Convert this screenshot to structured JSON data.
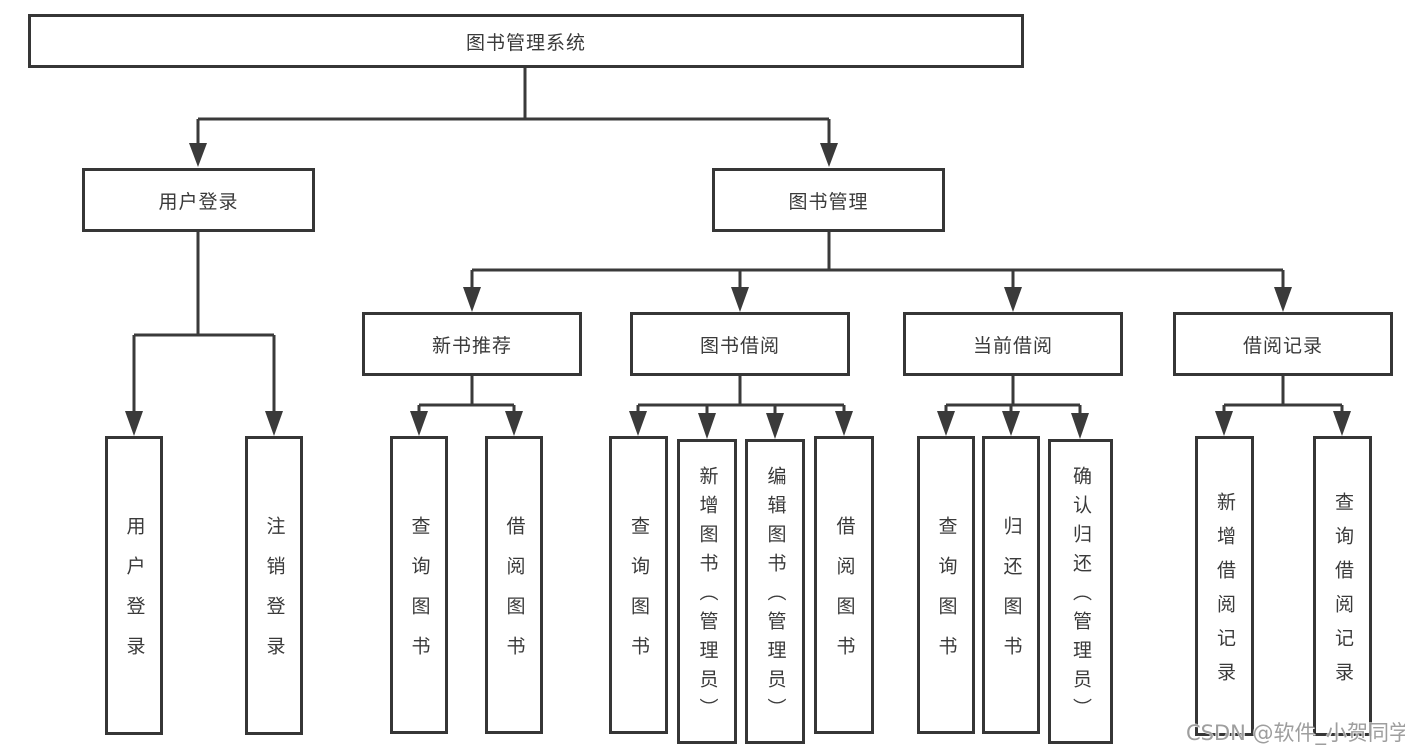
{
  "diagram": {
    "root": {
      "label": "图书管理系统"
    },
    "level2": {
      "user_login": {
        "label": "用户登录",
        "children": {
          "login": {
            "label": "用户登录"
          },
          "logout": {
            "label": "注销登录"
          }
        }
      },
      "book_management": {
        "label": "图书管理",
        "children": {
          "new_book_recommend": {
            "label": "新书推荐",
            "children": {
              "query_books": {
                "label": "查询图书"
              },
              "borrow_books": {
                "label": "借阅图书"
              }
            }
          },
          "book_borrowing": {
            "label": "图书借阅",
            "children": {
              "query_books": {
                "label": "查询图书"
              },
              "add_books_admin": {
                "label": "新增图书（管理员）"
              },
              "edit_books_admin": {
                "label": "编辑图书（管理员）"
              },
              "borrow_books": {
                "label": "借阅图书"
              }
            }
          },
          "current_borrowing": {
            "label": "当前借阅",
            "children": {
              "query_books": {
                "label": "查询图书"
              },
              "return_books": {
                "label": "归还图书"
              },
              "confirm_return_admin": {
                "label": "确认归还（管理员）"
              }
            }
          },
          "borrowing_records": {
            "label": "借阅记录",
            "children": {
              "add_borrow_record": {
                "label": "新增借阅记录"
              },
              "query_borrow_record": {
                "label": "查询借阅记录"
              }
            }
          }
        }
      }
    }
  },
  "watermark": {
    "text": "CSDN @软件_小贺同学"
  },
  "colors": {
    "line": "#3a3a3a",
    "box_border": "#363636",
    "box_fill": "#ffffff",
    "text": "#3a3a3a",
    "background": "#ffffff",
    "watermark": "#9e9e9e"
  }
}
